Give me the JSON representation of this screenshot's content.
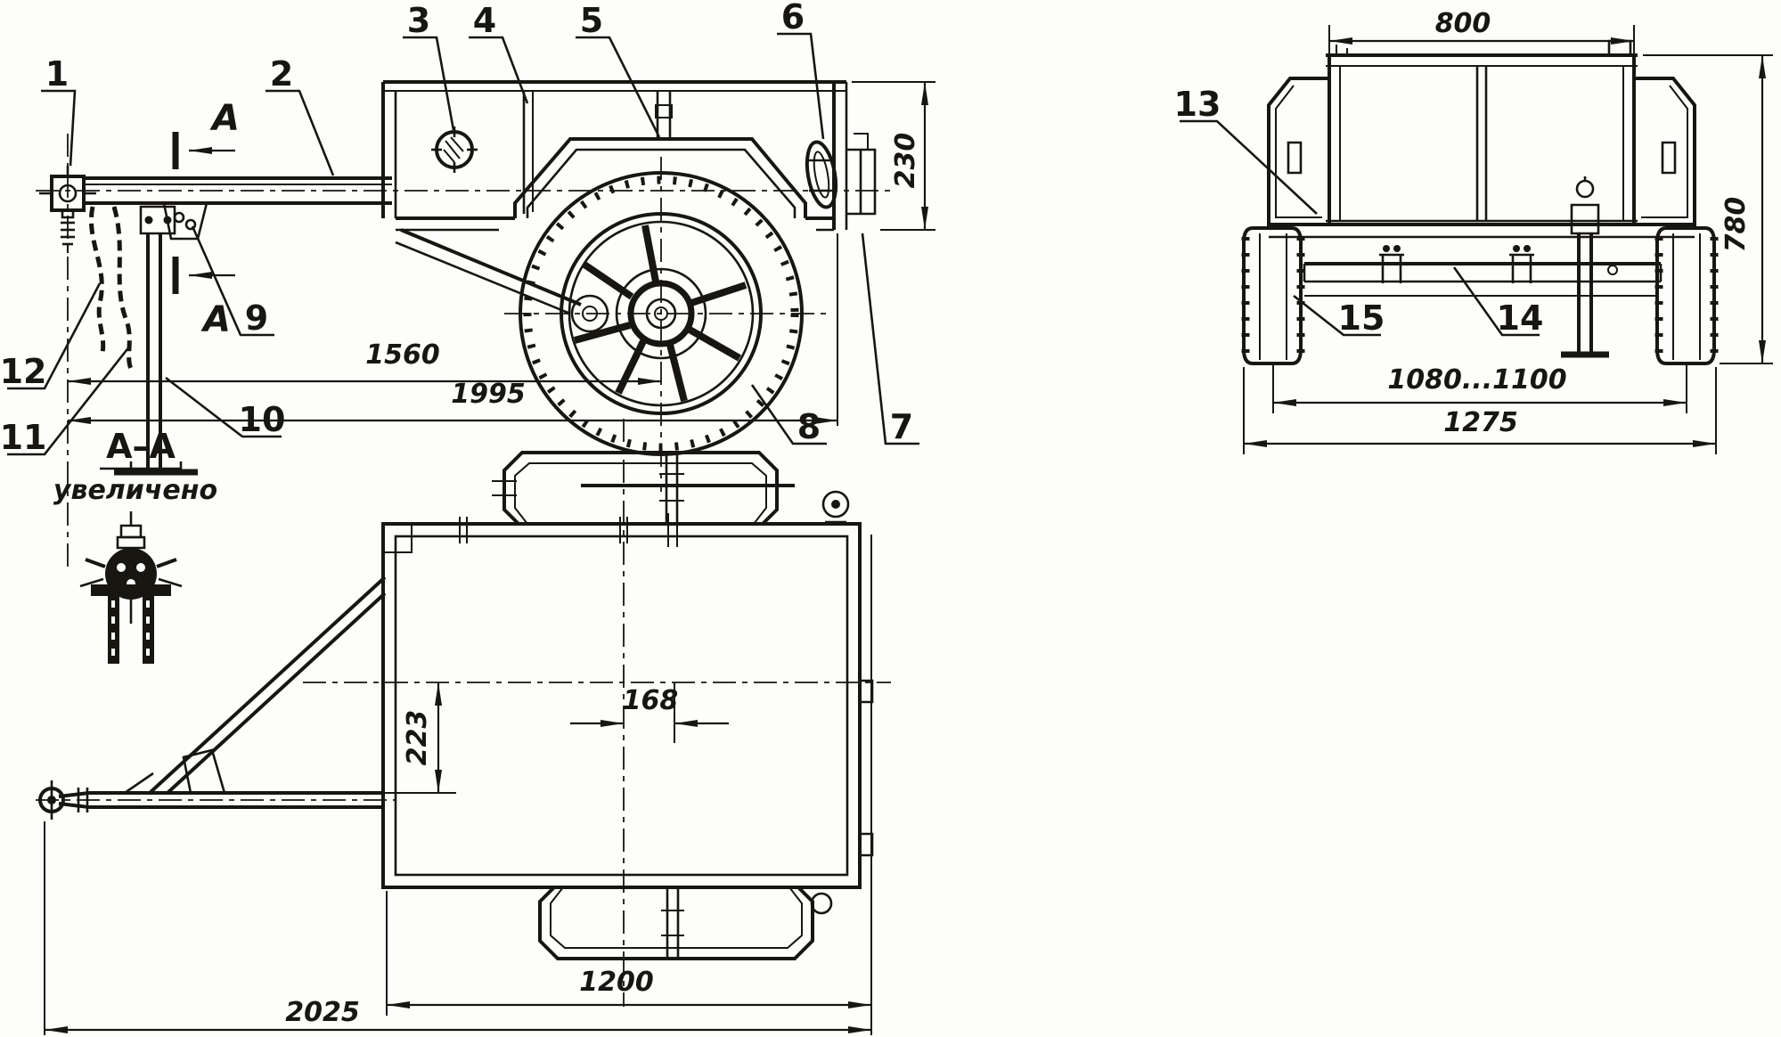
{
  "drawing": {
    "section_detail": {
      "title": "A–A",
      "subtitle": "увеличено"
    },
    "section_mark": "A",
    "parts": {
      "n1": "1",
      "n2": "2",
      "n3": "3",
      "n4": "4",
      "n5": "5",
      "n6": "6",
      "n7": "7",
      "n8": "8",
      "n9": "9",
      "n10": "10",
      "n11": "11",
      "n12": "12",
      "n13": "13",
      "n14": "14",
      "n15": "15"
    },
    "dims": {
      "side_tailboard_height": "230",
      "side_hitch_to_axle": "1560",
      "side_hitch_to_rear": "1995",
      "rear_body_width": "800",
      "rear_overall_height": "780",
      "rear_track": "1080...1100",
      "rear_overall_width": "1275",
      "top_drawbar_offset": "223",
      "top_axle_offset": "168",
      "top_body_length": "1200",
      "top_overall_length": "2025"
    }
  }
}
